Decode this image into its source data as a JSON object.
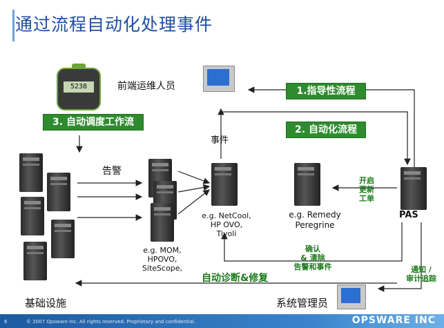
{
  "title": "通过流程自动化处理事件",
  "actors": {
    "frontend_ops": "前端运维人员",
    "infrastructure": "基础设施",
    "sysadmin": "系统管理员"
  },
  "process": {
    "guided": "1.指导性流程",
    "automated": "2. 自动化流程",
    "scheduled": "3. 自动调度工作流"
  },
  "labels": {
    "alert": "告警",
    "event": "事件",
    "open_update": [
      "开启",
      "更新",
      "工单"
    ],
    "confirm_clear": [
      "确认",
      "& 清除",
      "告警和事件"
    ],
    "notify_audit": [
      "通知 /",
      "审计追踪"
    ],
    "auto_diag": "自动诊断&修复",
    "pas": "PAS",
    "timer": "5238"
  },
  "tools": {
    "monitors": [
      "e.g. MOM,",
      "HPOVO,",
      "SiteScope,"
    ],
    "aggregators": [
      "e.g. NetCool,",
      "HP OVO,",
      "Tivoli"
    ],
    "ticketing": [
      "e.g. Remedy",
      "Peregrine"
    ]
  },
  "footer": {
    "page": "6",
    "copyright": "© 2007 Opsware Inc. All rights reserved.  Proprietary and confidential.",
    "brand": "OPSWARE INC"
  },
  "colors": {
    "accent_green": "#2e8b2e",
    "title_blue": "#1f4fa0",
    "footer_blue": "#1c5aa0"
  }
}
